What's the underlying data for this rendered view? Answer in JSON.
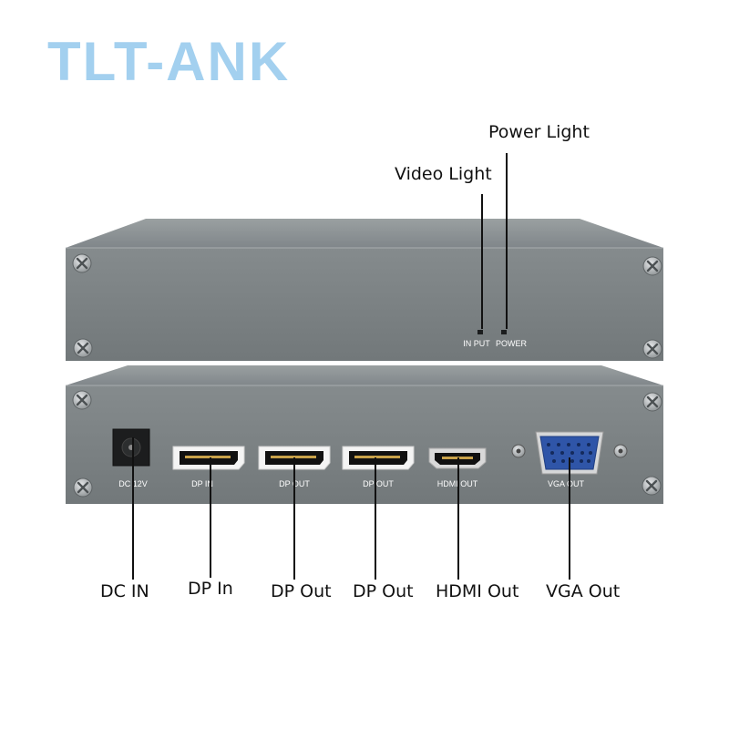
{
  "brand": "TLT-ANK",
  "callouts": {
    "power_light": "Power Light",
    "video_light": "Video Light",
    "dc_in": "DC IN",
    "dp_in": "DP In",
    "dp_out_1": "DP Out",
    "dp_out_2": "DP Out",
    "hdmi_out": "HDMI Out",
    "vga_out": "VGA Out"
  },
  "front_panel": {
    "input_led_label": "IN PUT",
    "power_led_label": "POWER"
  },
  "back_panel": {
    "dc_label": "DC 12V",
    "dp_in_label": "DP IN",
    "dp_out_1_label": "DP OUT",
    "dp_out_2_label": "DP OUT",
    "hdmi_label": "HDMI OUT",
    "vga_label": "VGA OUT"
  },
  "colors": {
    "chassis": "#7e8485",
    "vga_port": "#2f55a8",
    "brand": "#a3d0ef"
  }
}
